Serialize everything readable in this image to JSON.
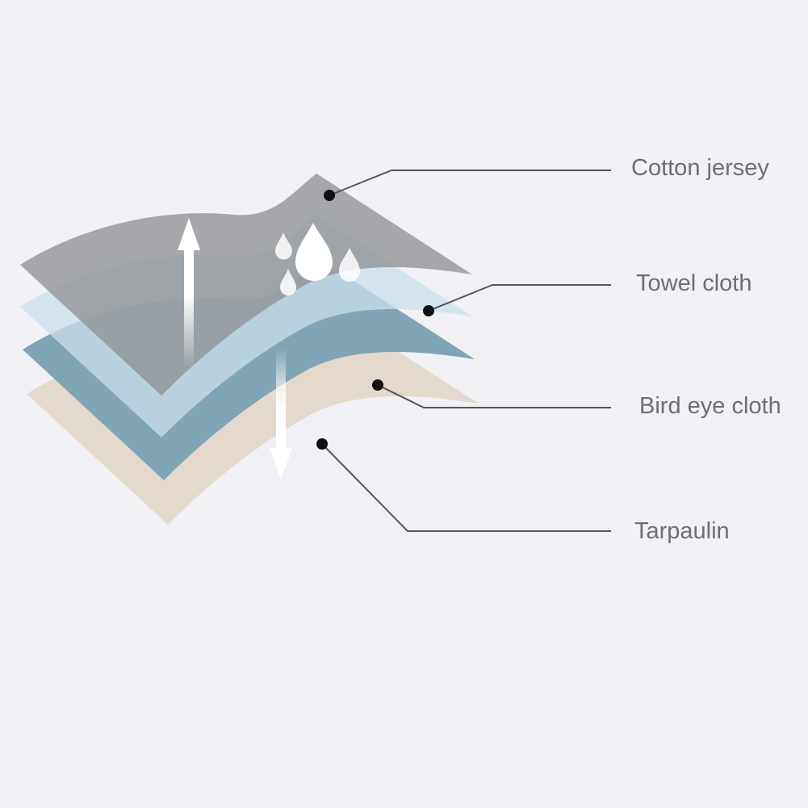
{
  "labels": {
    "cotton_jersey": "Cotton jersey",
    "towel_cloth": "Towel cloth",
    "bird_eye_cloth": "Bird eye cloth",
    "tarpaulin": "Tarpaulin"
  },
  "colors": {
    "background": "#f1f0f5",
    "cotton_jersey": "#a6a6ab",
    "towel_cloth": "#c9e0ea",
    "bird_eye_cloth": "#7fa5b6",
    "tarpaulin": "#e4d9cd",
    "text": "#6e6e70",
    "leader_line": "#555555"
  },
  "icons": [
    "up-arrow-icon",
    "down-arrow-icon",
    "water-drops-icon"
  ]
}
